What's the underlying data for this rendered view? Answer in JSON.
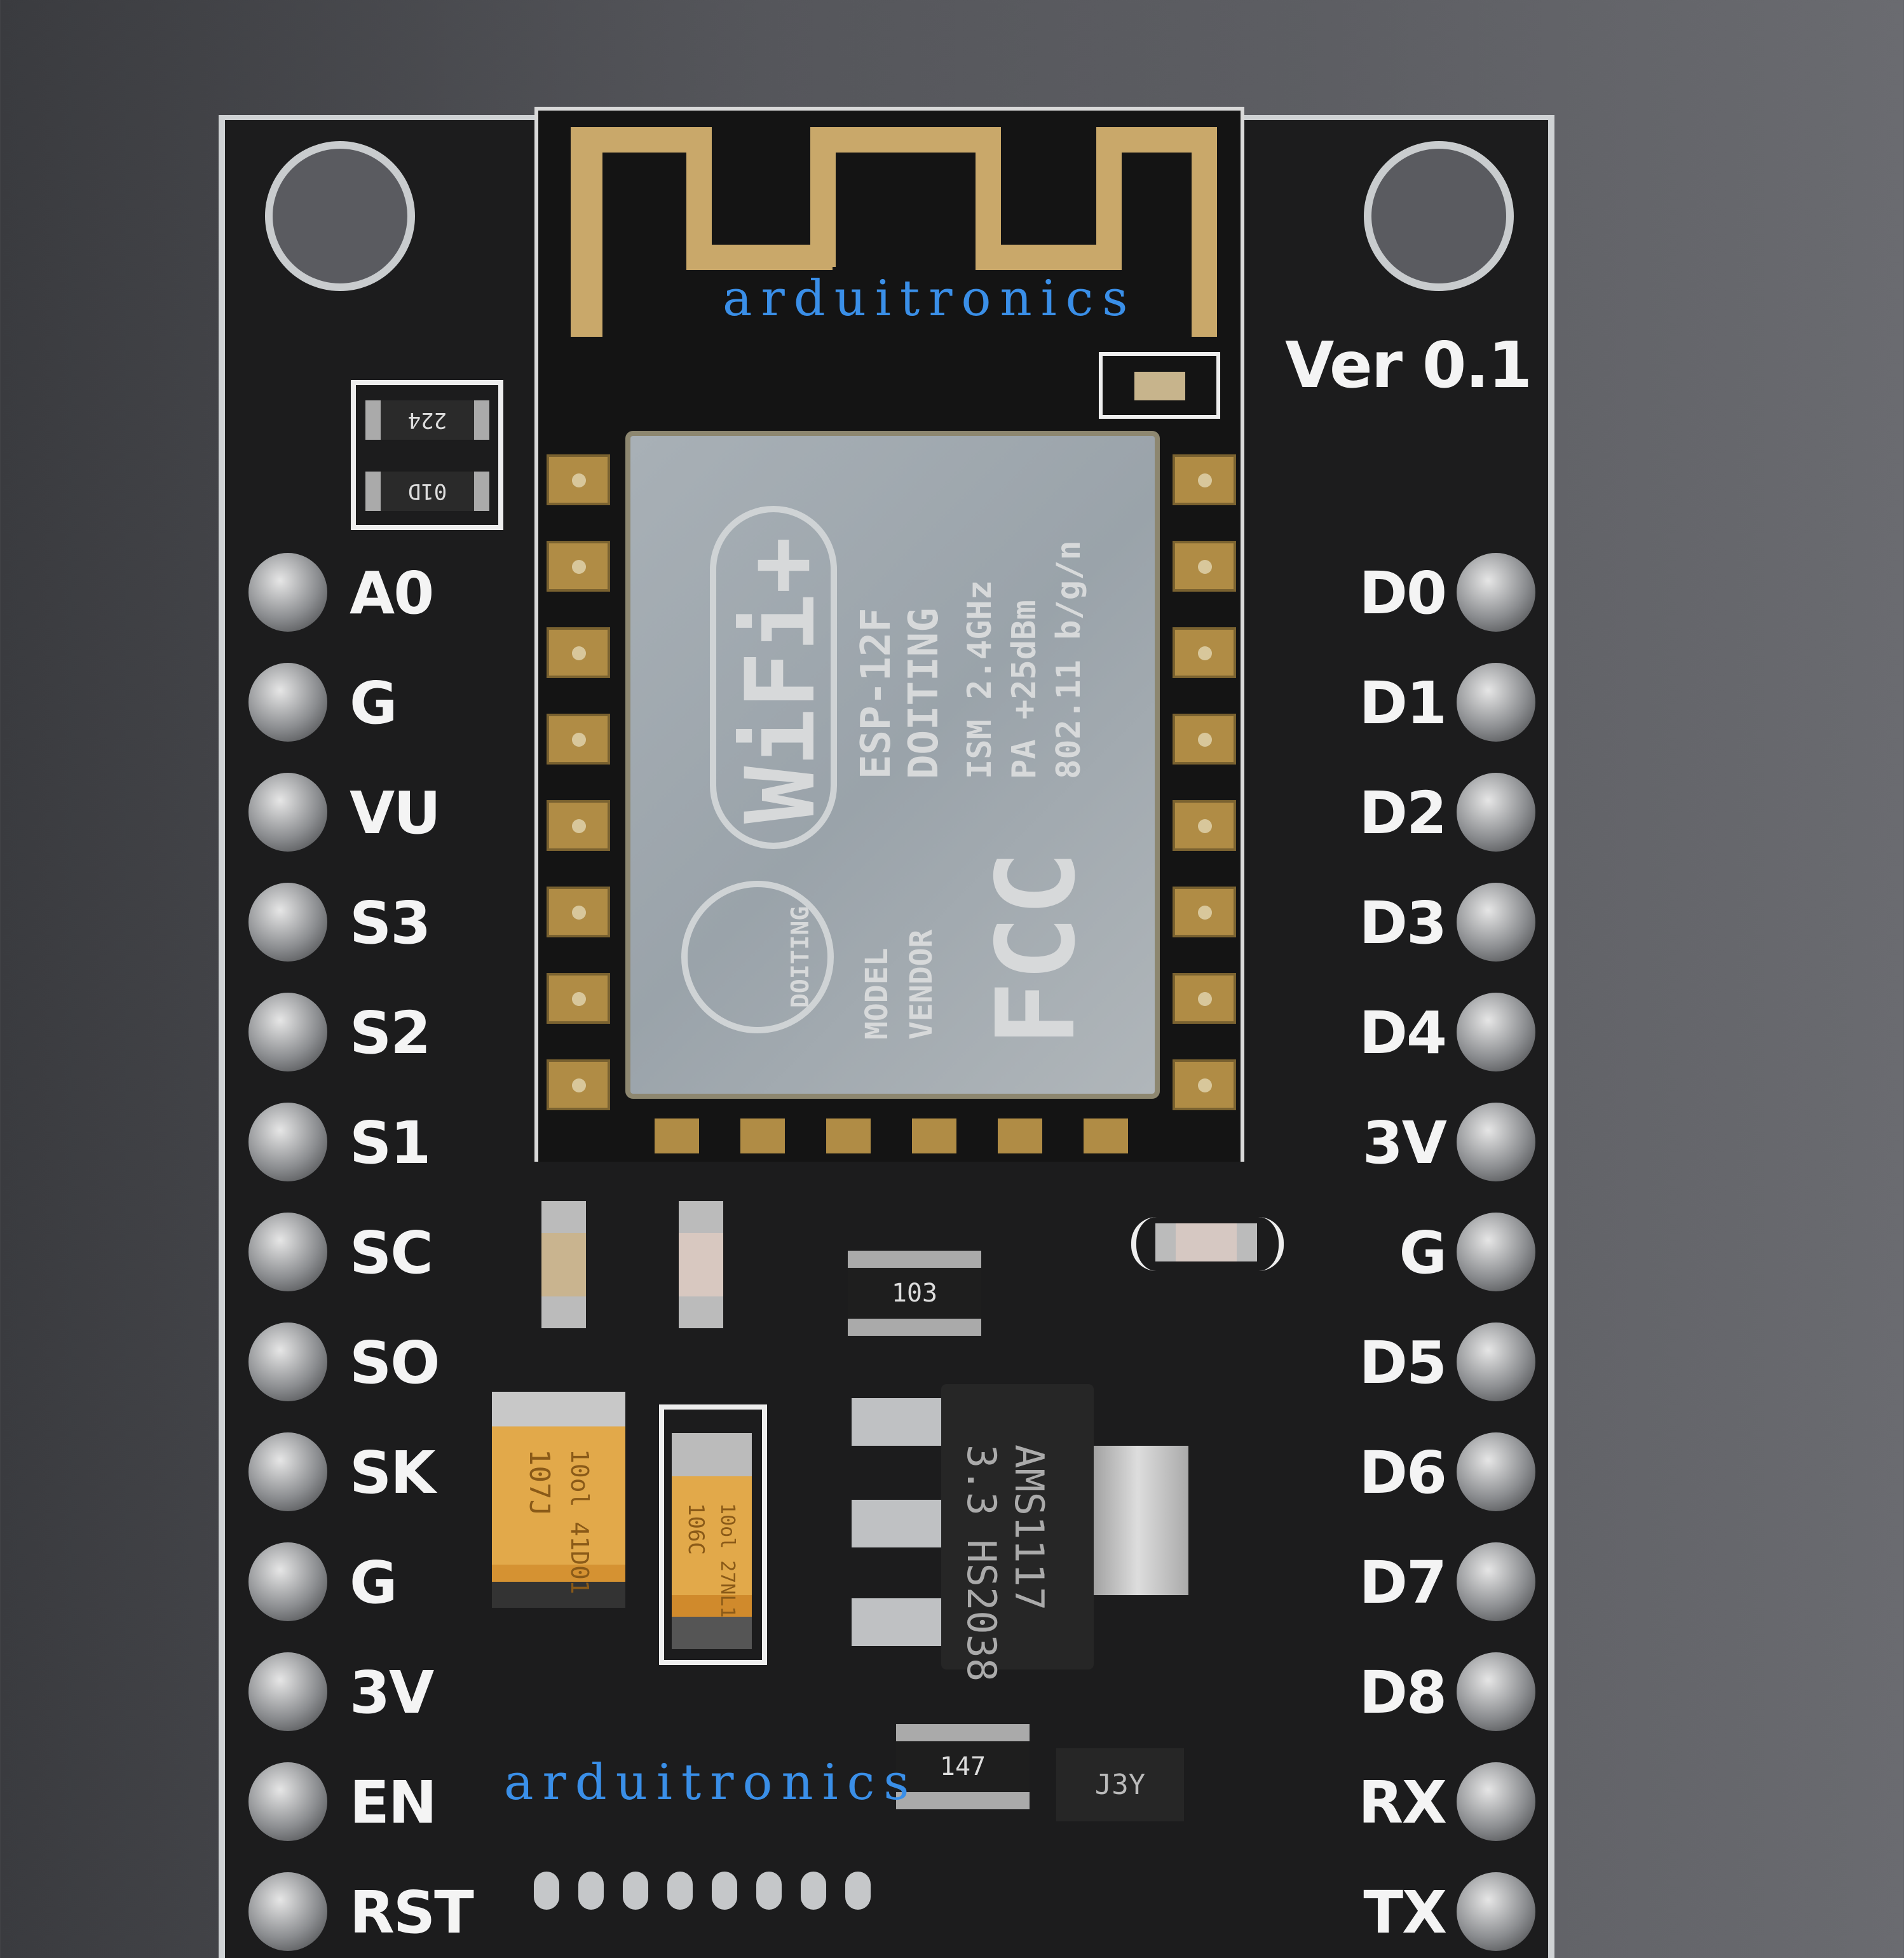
{
  "board": {
    "version_label": "Ver 0.1",
    "left_pins": [
      "A0",
      "G",
      "VU",
      "S3",
      "S2",
      "S1",
      "SC",
      "SO",
      "SK",
      "G",
      "3V",
      "EN",
      "RST"
    ],
    "right_pins": [
      "D0",
      "D1",
      "D2",
      "D3",
      "D4",
      "3V",
      "G",
      "D5",
      "D6",
      "D7",
      "D8",
      "RX",
      "TX"
    ],
    "colors": {
      "pcb": "#1c1c1d",
      "silkscreen": "#f4f4f4",
      "antenna": "#c9a86a",
      "shield": "#a8b0b6",
      "tantalum": "#e0a640",
      "watermark": "#3a8fe8",
      "background": "#55565b"
    }
  },
  "module": {
    "logo": "WiFi+",
    "model": "ESP-12F",
    "vendor": "DOITING",
    "model_label": "MODEL",
    "vendor_label": "VENDOR",
    "brand": "DOITING",
    "spec_lines": [
      "ISM 2.4GHz",
      "PA +25dBm",
      "802.11 b/g/n"
    ],
    "cert_logo": "FCC"
  },
  "components": {
    "resistor_top": "224",
    "resistor_bottom": "01D",
    "resistor_array_1": "103",
    "resistor_array_2": "147",
    "regulator_line1": "AMS1117",
    "regulator_line2": "3.3 HS2038",
    "cap_large_line1": "107J",
    "cap_large_line2": "10ol 41D01",
    "cap_small_line1": "106C",
    "cap_small_line2": "10ol 27NL1",
    "transistor": "J3Y"
  },
  "watermarks": [
    "arduitronics",
    "arduitronics"
  ]
}
